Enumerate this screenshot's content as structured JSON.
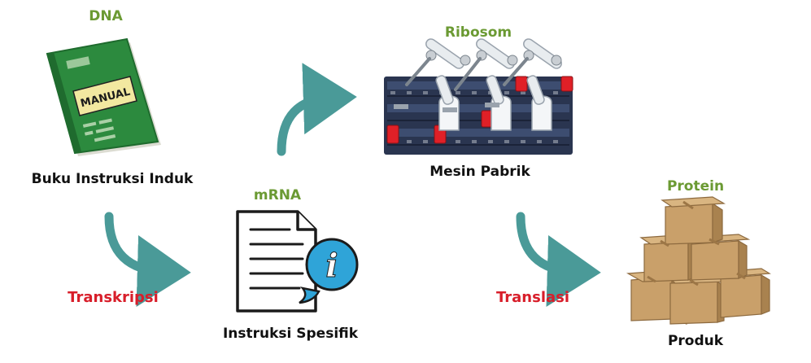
{
  "nodes": {
    "dna": {
      "term": "DNA",
      "desc": "Buku Instruksi Induk",
      "book_label": "MANUAL",
      "icon": "book-icon"
    },
    "mrna": {
      "term": "mRNA",
      "desc": "Instruksi Spesifik",
      "icon": "document-info-icon"
    },
    "ribosom": {
      "term": "Ribosom",
      "desc": "Mesin Pabrik",
      "icon": "factory-robot-arms-icon"
    },
    "protein": {
      "term": "Protein",
      "desc": "Produk",
      "icon": "cardboard-boxes-icon"
    }
  },
  "processes": {
    "transkripsi": "Transkripsi",
    "translasi": "Translasi"
  },
  "colors": {
    "term": "#6b9a33",
    "process": "#d81e2a",
    "arrow": "#4a9a98",
    "text": "#111111"
  }
}
